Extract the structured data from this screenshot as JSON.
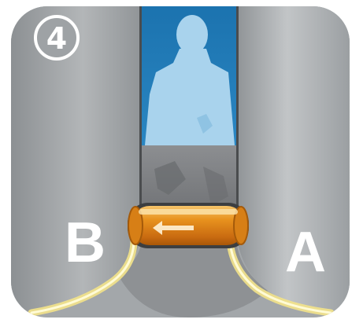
{
  "step": {
    "number": "4"
  },
  "labels": {
    "left_cell": "B",
    "right_cell": "A"
  },
  "colors": {
    "frame_border": "#d8dfe3",
    "cell_gray": "#9a9ea1",
    "cell_gray_light": "#c4c7c9",
    "channel_sky": "#1e78b4",
    "silhouette": "#a8d2ec",
    "channel_floor": "#7d7f82",
    "pore_orange": "#e8901c",
    "glow_yellow": "#f4e89a",
    "label_white": "#ffffff"
  },
  "icons": {
    "step_badge": "circled-number-icon",
    "person": "person-silhouette-icon",
    "pore": "channel-pore-icon",
    "arrow": "left-arrow-icon"
  }
}
